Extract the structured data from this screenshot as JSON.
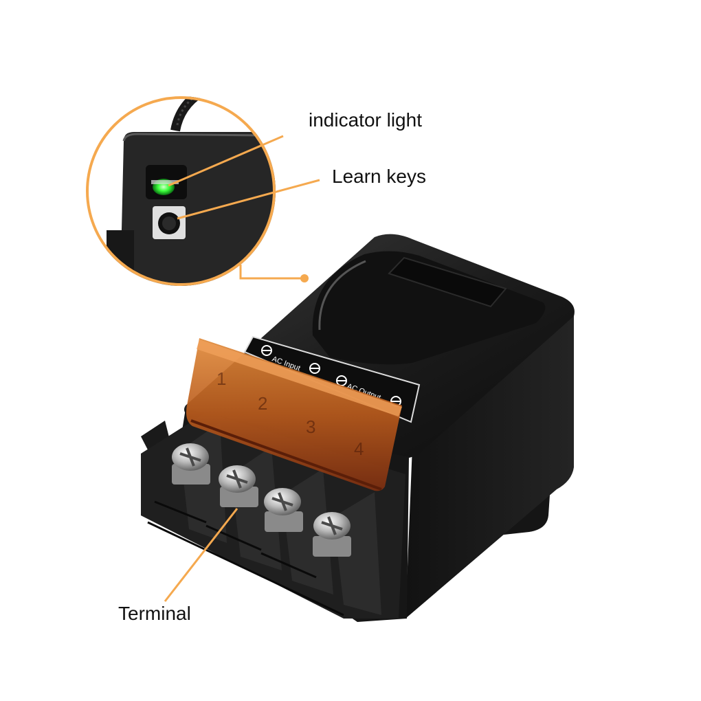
{
  "callouts": {
    "indicator_light": "indicator light",
    "learn_keys": "Learn keys",
    "terminal": "Terminal"
  },
  "panel_legend": {
    "ac_input": "AC Input",
    "ac_output": "AC Output"
  },
  "terminal_numbers": [
    "1",
    "2",
    "3",
    "4"
  ],
  "colors": {
    "accent": "#f5a94f",
    "housing": "#1b1b1b",
    "cover": "#c9641f",
    "led": "#3cff3c"
  }
}
